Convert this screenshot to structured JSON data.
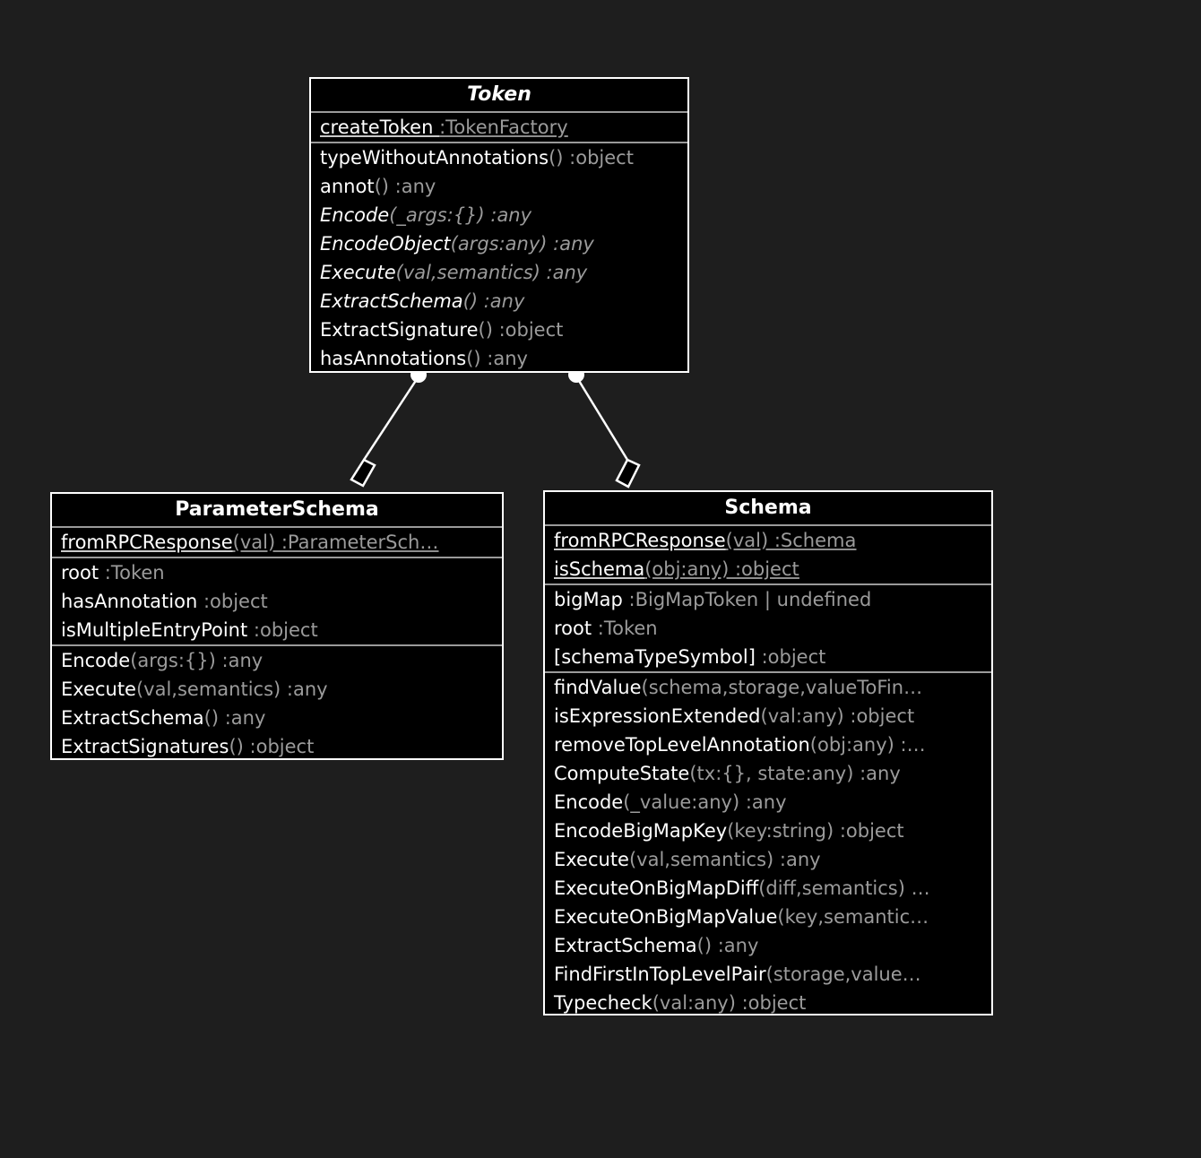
{
  "diagram": {
    "type": "uml-class-diagram",
    "background_color": "#1e1e1e",
    "box_fill_color": "#000000",
    "border_color": "#ffffff",
    "text_color": "#ffffff",
    "dim_text_color": "#9b9b9b"
  },
  "classes": {
    "token": {
      "name": "Token",
      "abstract": true,
      "attributes": [
        {
          "name": "createToken ",
          "type": ":TokenFactory",
          "static": true,
          "abstract": false
        }
      ],
      "methods": [
        {
          "name": "typeWithoutAnnotations",
          "type": "() :object",
          "static": false,
          "abstract": false
        },
        {
          "name": "annot",
          "type": "() :any",
          "static": false,
          "abstract": false
        },
        {
          "name": "Encode",
          "type": "(_args:{}) :any",
          "static": false,
          "abstract": true
        },
        {
          "name": "EncodeObject",
          "type": "(args:any) :any",
          "static": false,
          "abstract": true
        },
        {
          "name": "Execute",
          "type": "(val,semantics) :any",
          "static": false,
          "abstract": true
        },
        {
          "name": "ExtractSchema",
          "type": "() :any",
          "static": false,
          "abstract": true
        },
        {
          "name": "ExtractSignature",
          "type": "() :object",
          "static": false,
          "abstract": false
        },
        {
          "name": "hasAnnotations",
          "type": "() :any",
          "static": false,
          "abstract": false
        }
      ]
    },
    "parameterschema": {
      "name": "ParameterSchema",
      "abstract": false,
      "statics": [
        {
          "name": "fromRPCResponse",
          "type": "(val) :ParameterSch…",
          "static": true,
          "abstract": false
        }
      ],
      "attributes": [
        {
          "name": "root ",
          "type": ":Token",
          "static": false,
          "abstract": false
        },
        {
          "name": "hasAnnotation ",
          "type": ":object",
          "static": false,
          "abstract": false
        },
        {
          "name": "isMultipleEntryPoint ",
          "type": ":object",
          "static": false,
          "abstract": false
        }
      ],
      "methods": [
        {
          "name": "Encode",
          "type": "(args:{}) :any",
          "static": false,
          "abstract": false
        },
        {
          "name": "Execute",
          "type": "(val,semantics) :any",
          "static": false,
          "abstract": false
        },
        {
          "name": "ExtractSchema",
          "type": "() :any",
          "static": false,
          "abstract": false
        },
        {
          "name": "ExtractSignatures",
          "type": "() :object",
          "static": false,
          "abstract": false
        }
      ]
    },
    "schema": {
      "name": "Schema",
      "abstract": false,
      "statics": [
        {
          "name": "fromRPCResponse",
          "type": "(val) :Schema",
          "static": true,
          "abstract": false
        },
        {
          "name": "isSchema",
          "type": "(obj:any) :object",
          "static": true,
          "abstract": false
        }
      ],
      "attributes": [
        {
          "name": "bigMap ",
          "type": ":BigMapToken | undefined",
          "static": false,
          "abstract": false
        },
        {
          "name": "root ",
          "type": ":Token",
          "static": false,
          "abstract": false
        },
        {
          "name": "[schemaTypeSymbol] ",
          "type": ":object",
          "static": false,
          "abstract": false
        }
      ],
      "methods": [
        {
          "name": "findValue",
          "type": "(schema,storage,valueToFin…",
          "static": false,
          "abstract": false
        },
        {
          "name": "isExpressionExtended",
          "type": "(val:any) :object",
          "static": false,
          "abstract": false
        },
        {
          "name": "removeTopLevelAnnotation",
          "type": "(obj:any) :…",
          "static": false,
          "abstract": false
        },
        {
          "name": "ComputeState",
          "type": "(tx:{}, state:any) :any",
          "static": false,
          "abstract": false
        },
        {
          "name": "Encode",
          "type": "(_value:any) :any",
          "static": false,
          "abstract": false
        },
        {
          "name": "EncodeBigMapKey",
          "type": "(key:string) :object",
          "static": false,
          "abstract": false
        },
        {
          "name": "Execute",
          "type": "(val,semantics) :any",
          "static": false,
          "abstract": false
        },
        {
          "name": "ExecuteOnBigMapDiff",
          "type": "(diff,semantics) …",
          "static": false,
          "abstract": false
        },
        {
          "name": "ExecuteOnBigMapValue",
          "type": "(key,semantic…",
          "static": false,
          "abstract": false
        },
        {
          "name": "ExtractSchema",
          "type": "() :any",
          "static": false,
          "abstract": false
        },
        {
          "name": "FindFirstInTopLevelPair",
          "type": "(storage,value…",
          "static": false,
          "abstract": false
        },
        {
          "name": "Typecheck",
          "type": "(val:any) :object",
          "static": false,
          "abstract": false
        }
      ]
    }
  },
  "relations": [
    {
      "from": "token",
      "to": "parameterschema",
      "kind": "aggregation",
      "source_marker": "ball",
      "target_marker": "open-diamond"
    },
    {
      "from": "token",
      "to": "schema",
      "kind": "aggregation",
      "source_marker": "ball",
      "target_marker": "open-diamond"
    }
  ]
}
